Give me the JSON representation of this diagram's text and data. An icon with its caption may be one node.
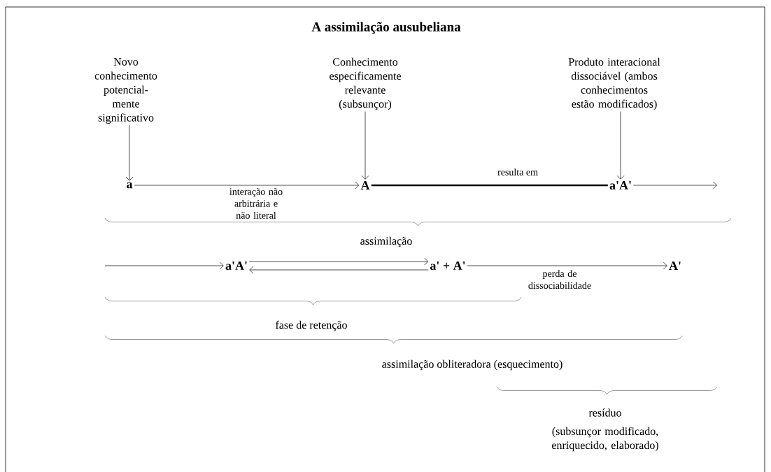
{
  "diagram": {
    "title": "A assimilação ausubeliana",
    "nodes": [
      {
        "text": [
          "Novo conhecimento potencial- mente significativo"
        ]
      },
      {
        "text": [
          "Conhecimento especificamente relevante (subsunçor)"
        ]
      },
      {
        "text": [
          "Produto interacional dissociável (ambos conhecimentos estão modificados)"
        ]
      },
      {
        "text": [
          "a"
        ]
      },
      {
        "text": [
          "A"
        ]
      },
      {
        "text": [
          "a'A'"
        ]
      },
      {
        "text": [
          "a'A'"
        ]
      },
      {
        "text": [
          "a' + A'"
        ]
      },
      {
        "text": [
          "A'"
        ]
      }
    ],
    "edges": [
      {
        "from": 0,
        "to": 3,
        "arrow": "to"
      },
      {
        "from": 1,
        "to": 4,
        "arrow": "to"
      },
      {
        "from": 2,
        "to": 5,
        "arrow": "to"
      },
      {
        "from": 3,
        "to": 4,
        "arrow": "to",
        "label": "interação não arbitrária e não literal"
      },
      {
        "from": 4,
        "to": 5,
        "arrow": "none",
        "label": "resulta em",
        "style": "thick"
      },
      {
        "from": 5,
        "to": null,
        "arrow": "to"
      },
      {
        "from": null,
        "to": 6,
        "arrow": "to"
      },
      {
        "from": 6,
        "to": 7,
        "arrow": "to"
      },
      {
        "from": 7,
        "to": 6,
        "arrow": "to"
      },
      {
        "from": 7,
        "to": 8,
        "arrow": "to",
        "label": "perda de dissociabilidade"
      }
    ],
    "labels": [
      "assimilação",
      "fase de retenção",
      "assimilação obliteradora (esquecimento)",
      "resíduo",
      "(subsunçor modificado, enriquecido, elaborado)"
    ]
  }
}
